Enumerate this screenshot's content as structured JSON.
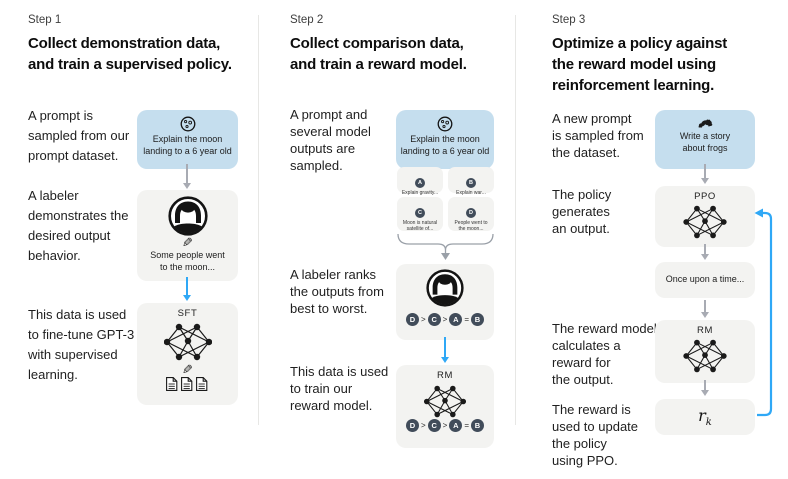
{
  "diagram": {
    "colors": {
      "prompt_blue": "#c5deee",
      "panel_gray": "#f3f3f1",
      "badge_slate": "#414c5a",
      "arrow_gray": "#a8abb3",
      "arrow_blue": "#2fa8f6"
    },
    "icons": {
      "pencil_glyph": "✎"
    },
    "columns": [
      {
        "step": "Step 1",
        "heading": "Collect demonstration data,\nand train a supervised policy.",
        "caption_prompt": "A prompt is\nsampled from our\nprompt dataset.",
        "prompt_box": {
          "icon": "moon-icon",
          "text": "Explain the moon\nlanding to a 6 year old"
        },
        "caption_labeler": "A labeler\ndemonstrates the\ndesired output\nbehavior.",
        "labeler_box": {
          "icon": "labeler-icon",
          "text": "Some people went\nto the moon..."
        },
        "caption_train": "This data is used\nto fine-tune GPT-3\nwith supervised\nlearning.",
        "model_box": {
          "label": "SFT",
          "icon": "neural-network-icon"
        }
      },
      {
        "step": "Step 2",
        "heading": "Collect comparison data,\nand train a reward model.",
        "caption_prompt": "A prompt and\nseveral model\noutputs are\nsampled.",
        "prompt_box": {
          "icon": "moon-icon",
          "text": "Explain the moon\nlanding to a 6 year old"
        },
        "outputs": [
          {
            "letter": "A",
            "text": "Explain gravity..."
          },
          {
            "letter": "B",
            "text": "Explain war..."
          },
          {
            "letter": "C",
            "text": "Moon is natural\nsatellite of..."
          },
          {
            "letter": "D",
            "text": "People went to\nthe moon..."
          }
        ],
        "caption_rank": "A labeler ranks\nthe outputs from\nbest to worst.",
        "ranking": [
          "D",
          ">",
          "C",
          ">",
          "A",
          "=",
          "B"
        ],
        "caption_train": "This data is used\nto train our\nreward model.",
        "model_box": {
          "label": "RM",
          "icon": "neural-network-icon"
        }
      },
      {
        "step": "Step 3",
        "heading": "Optimize a policy against\nthe reward model using\nreinforcement learning.",
        "caption_prompt": "A new prompt\nis sampled from\nthe dataset.",
        "prompt_box": {
          "icon": "frog-icon",
          "text": "Write a story\nabout frogs"
        },
        "caption_policy": "The policy\ngenerates\nan output.",
        "ppo_box": {
          "label": "PPO",
          "icon": "neural-network-icon"
        },
        "output_box": {
          "text": "Once upon a time..."
        },
        "caption_reward": "The reward model\ncalculates a\nreward for\nthe output.",
        "rm_box": {
          "label": "RM",
          "icon": "neural-network-icon"
        },
        "caption_update": "The reward is\nused to update\nthe policy\nusing PPO.",
        "reward_box": {
          "symbol": "r",
          "subscript": "k"
        }
      }
    ]
  }
}
